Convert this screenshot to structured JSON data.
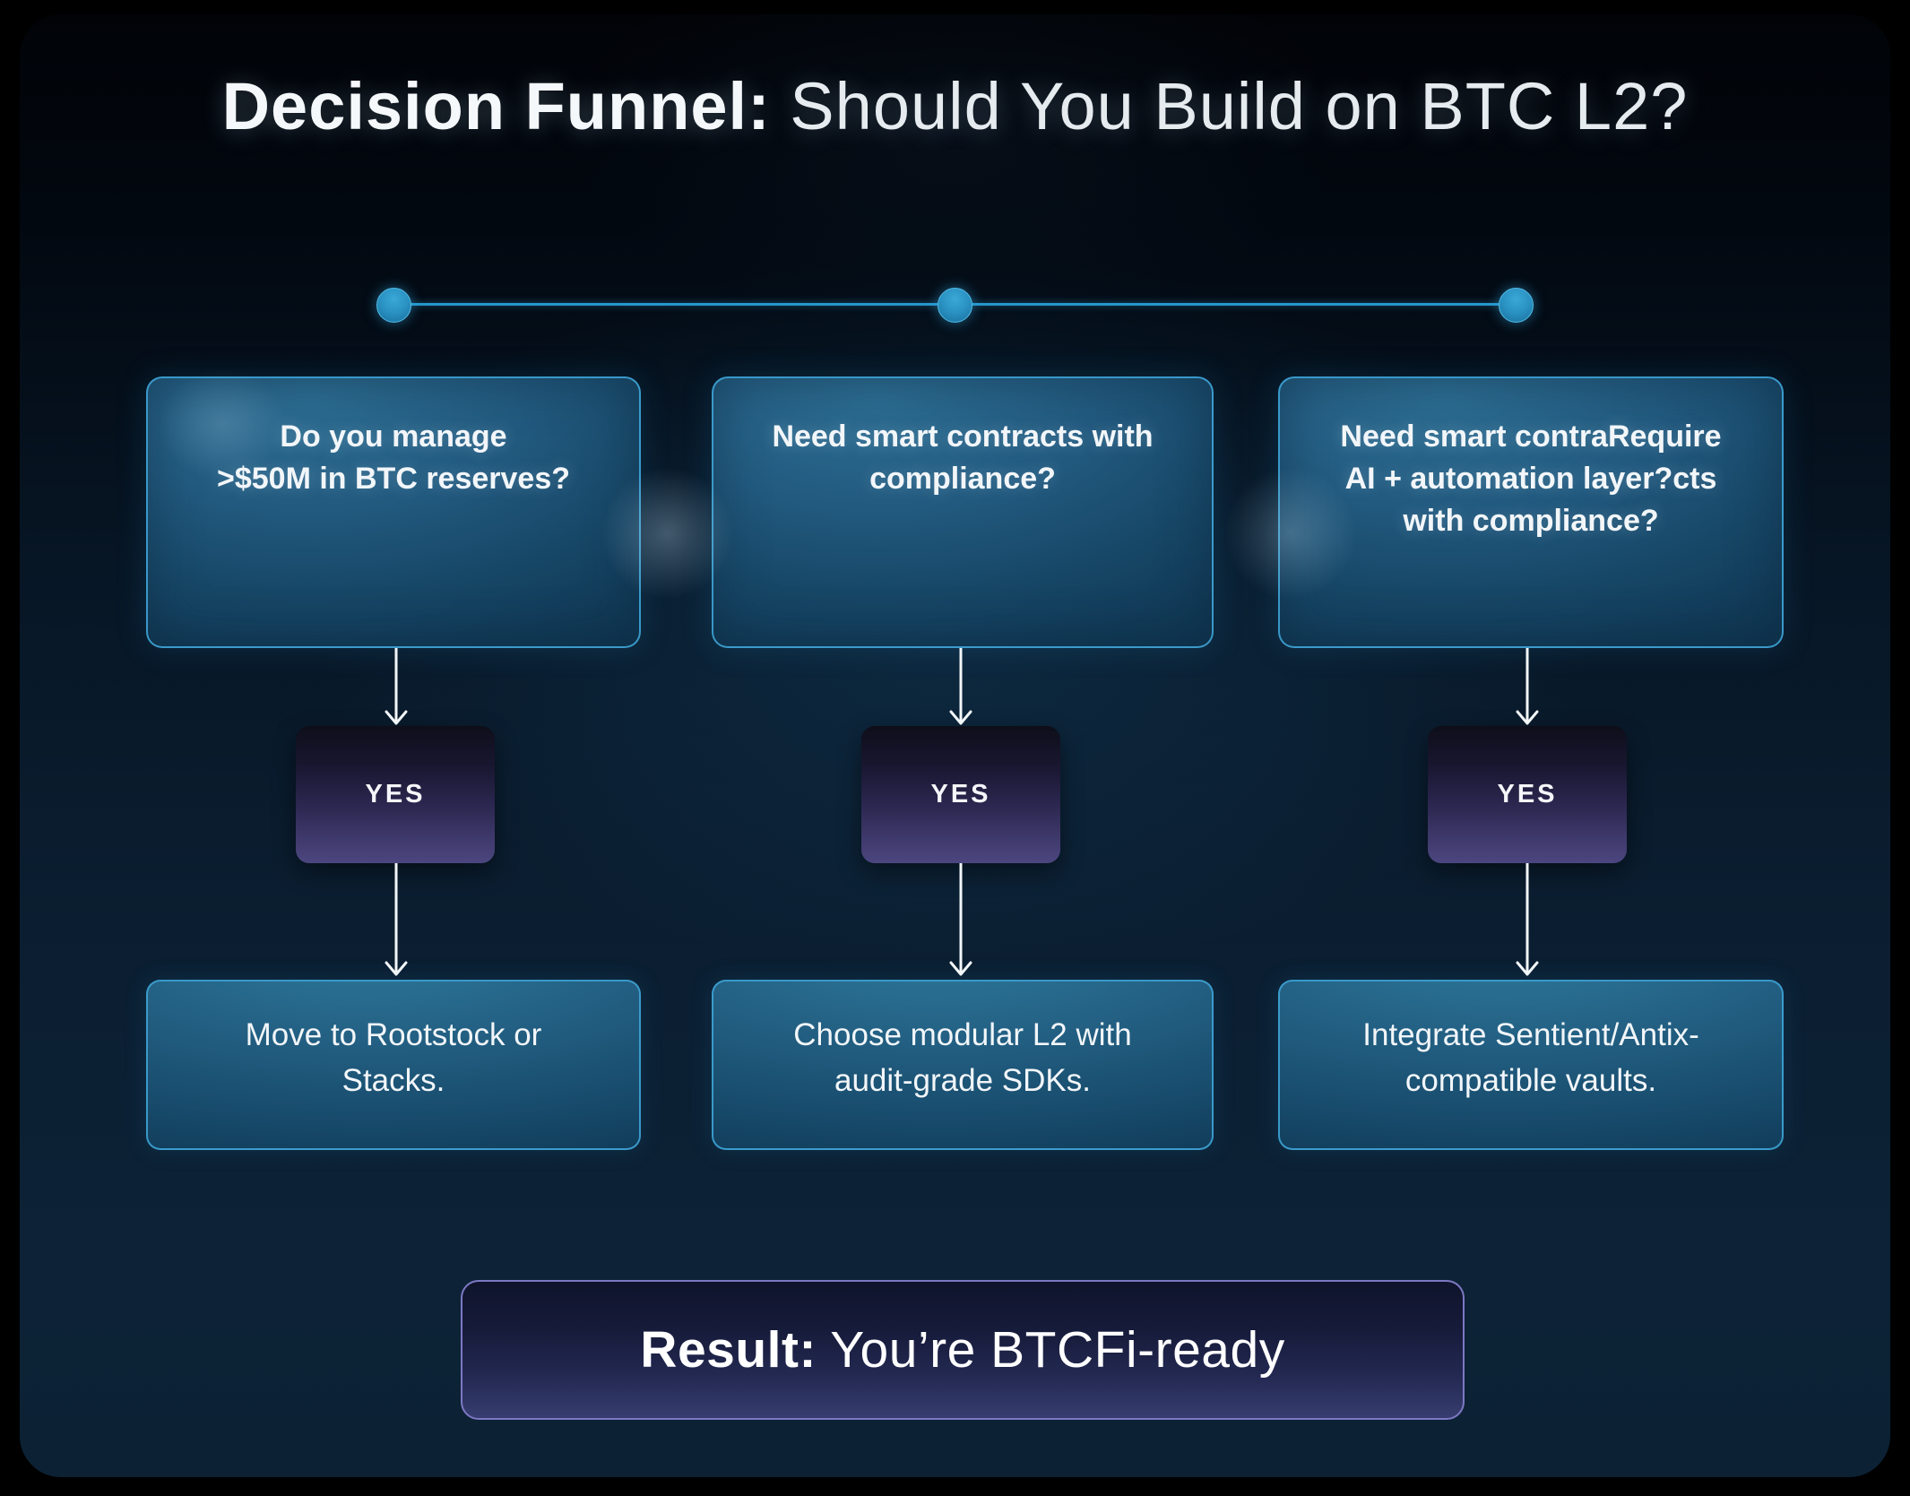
{
  "title": {
    "bold": "Decision Funnel:",
    "regular": " Should You Build on BTC L2?"
  },
  "columns": [
    {
      "question": "Do you manage\n>$50M in BTC reserves?",
      "decision": "YES",
      "answer": "Move to Rootstock or\nStacks."
    },
    {
      "question": "Need smart contracts with\ncompliance?",
      "decision": "YES",
      "answer": "Choose modular L2 with\naudit-grade SDKs."
    },
    {
      "question": "Need smart contraRequire\nAI + automation layer?cts\nwith compliance?",
      "decision": "YES",
      "answer": "Integrate Sentient/Antix-\ncompatible vaults."
    }
  ],
  "result": {
    "bold": "Result:",
    "regular": " You’re BTCFi-ready"
  },
  "colors": {
    "panel_background": "#0c2134",
    "card_border": "#3ea2d4",
    "card_fill": "#1d5276",
    "yes_fill_bottom": "#4c4680",
    "result_border": "#7d78c4",
    "timeline_dot": "#2a92c2",
    "arrow": "#f2f6f8",
    "text": "#f2f6f9"
  }
}
